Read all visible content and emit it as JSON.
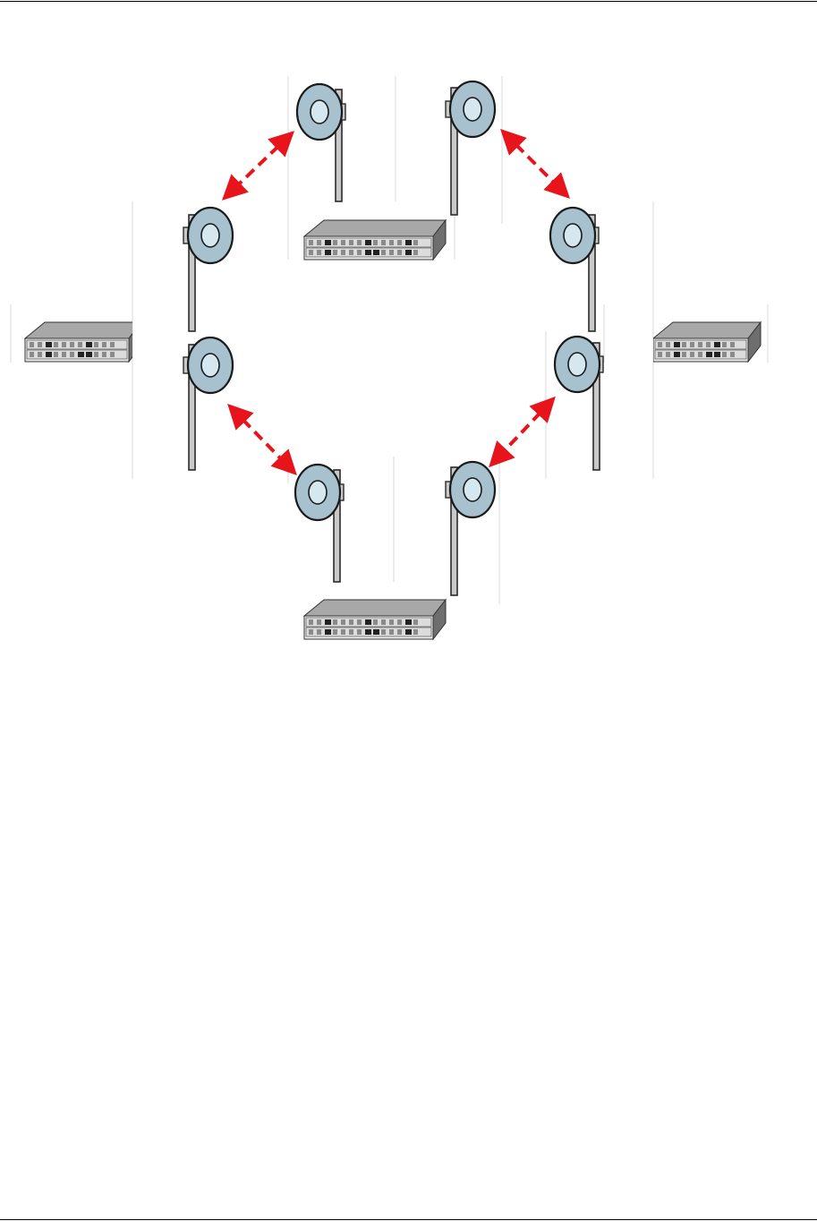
{
  "diagram": {
    "kind": "wireless ring network",
    "colors": {
      "background": "#ffffff",
      "page_rule": "#000000",
      "link_arrow": "#e8141b",
      "dish_outer": "#a7c1cf",
      "dish_inner": "#d5e7ef",
      "dish_stroke": "#1a1a1a",
      "pole": "#c9c9c9",
      "pole_stroke": "#2a2a2a",
      "divider": "#d8d8d8",
      "server_top": "#a8a8a8",
      "server_front": "#ededed",
      "server_side": "#6e6e6e"
    },
    "icons": {
      "antenna": "dish-antenna-icon",
      "server": "rack-server-icon",
      "link": "dashed-double-arrow"
    },
    "nodes": [
      {
        "id": "top",
        "server": "rack-server-icon",
        "antennas": [
          "dish-antenna-icon",
          "dish-antenna-icon"
        ]
      },
      {
        "id": "left",
        "server": "rack-server-icon",
        "antennas": [
          "dish-antenna-icon",
          "dish-antenna-icon"
        ]
      },
      {
        "id": "right",
        "server": "rack-server-icon",
        "antennas": [
          "dish-antenna-icon",
          "dish-antenna-icon"
        ]
      },
      {
        "id": "bottom",
        "server": "rack-server-icon",
        "antennas": [
          "dish-antenna-icon",
          "dish-antenna-icon"
        ]
      }
    ],
    "links": [
      {
        "from": "top",
        "to": "left",
        "style": "dashed",
        "arrows": "both"
      },
      {
        "from": "top",
        "to": "right",
        "style": "dashed",
        "arrows": "both"
      },
      {
        "from": "left",
        "to": "bottom",
        "style": "dashed",
        "arrows": "both"
      },
      {
        "from": "right",
        "to": "bottom",
        "style": "dashed",
        "arrows": "both"
      }
    ]
  }
}
